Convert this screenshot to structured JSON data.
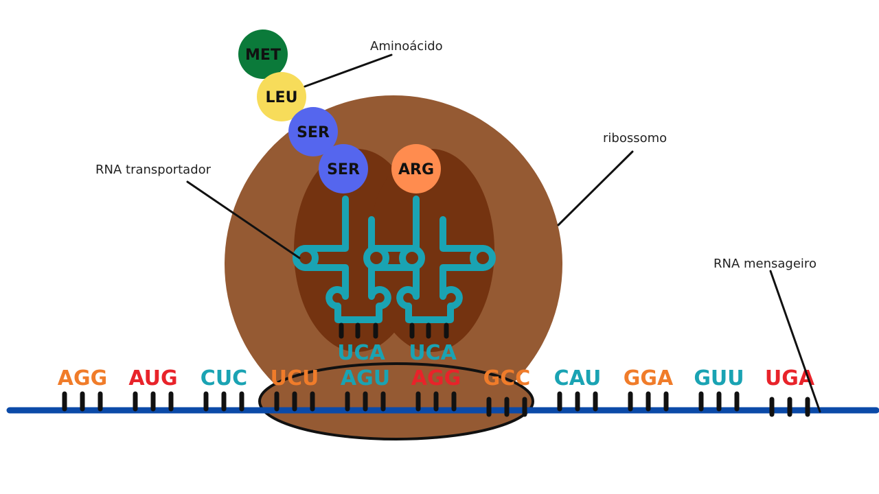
{
  "labels": {
    "amino_acid": "Aminoácido",
    "ribosome": "ribossomo",
    "trna": "RNA transportador",
    "mrna": "RNA mensageiro"
  },
  "amino_acids": [
    {
      "name": "MET",
      "color": "#0b7a3a"
    },
    {
      "name": "LEU",
      "color": "#f7dc5a"
    },
    {
      "name": "SER",
      "color": "#5566ee"
    },
    {
      "name": "SER",
      "color": "#5566ee"
    },
    {
      "name": "ARG",
      "color": "#ff8c4f"
    }
  ],
  "anticodons": [
    {
      "text": "UCA",
      "color": "#1aa3b3"
    },
    {
      "text": "UCA",
      "color": "#1aa3b3"
    }
  ],
  "codons": [
    {
      "text": "AGG",
      "color": "#f07c2a"
    },
    {
      "text": "AUG",
      "color": "#e8232a"
    },
    {
      "text": "CUC",
      "color": "#1aa3b3"
    },
    {
      "text": "UCU",
      "color": "#f07c2a"
    },
    {
      "text": "AGU",
      "color": "#1aa3b3"
    },
    {
      "text": "AGG",
      "color": "#e8232a"
    },
    {
      "text": "GCC",
      "color": "#f07c2a"
    },
    {
      "text": "CAU",
      "color": "#1aa3b3"
    },
    {
      "text": "GGA",
      "color": "#f07c2a"
    },
    {
      "text": "GUU",
      "color": "#1aa3b3"
    },
    {
      "text": "UGA",
      "color": "#e8232a"
    }
  ],
  "colors": {
    "ribosome_outer": "#955a33",
    "ribosome_inner": "#743310",
    "trna": "#1aa3b3",
    "mrna_strand": "#0b4aa8"
  }
}
